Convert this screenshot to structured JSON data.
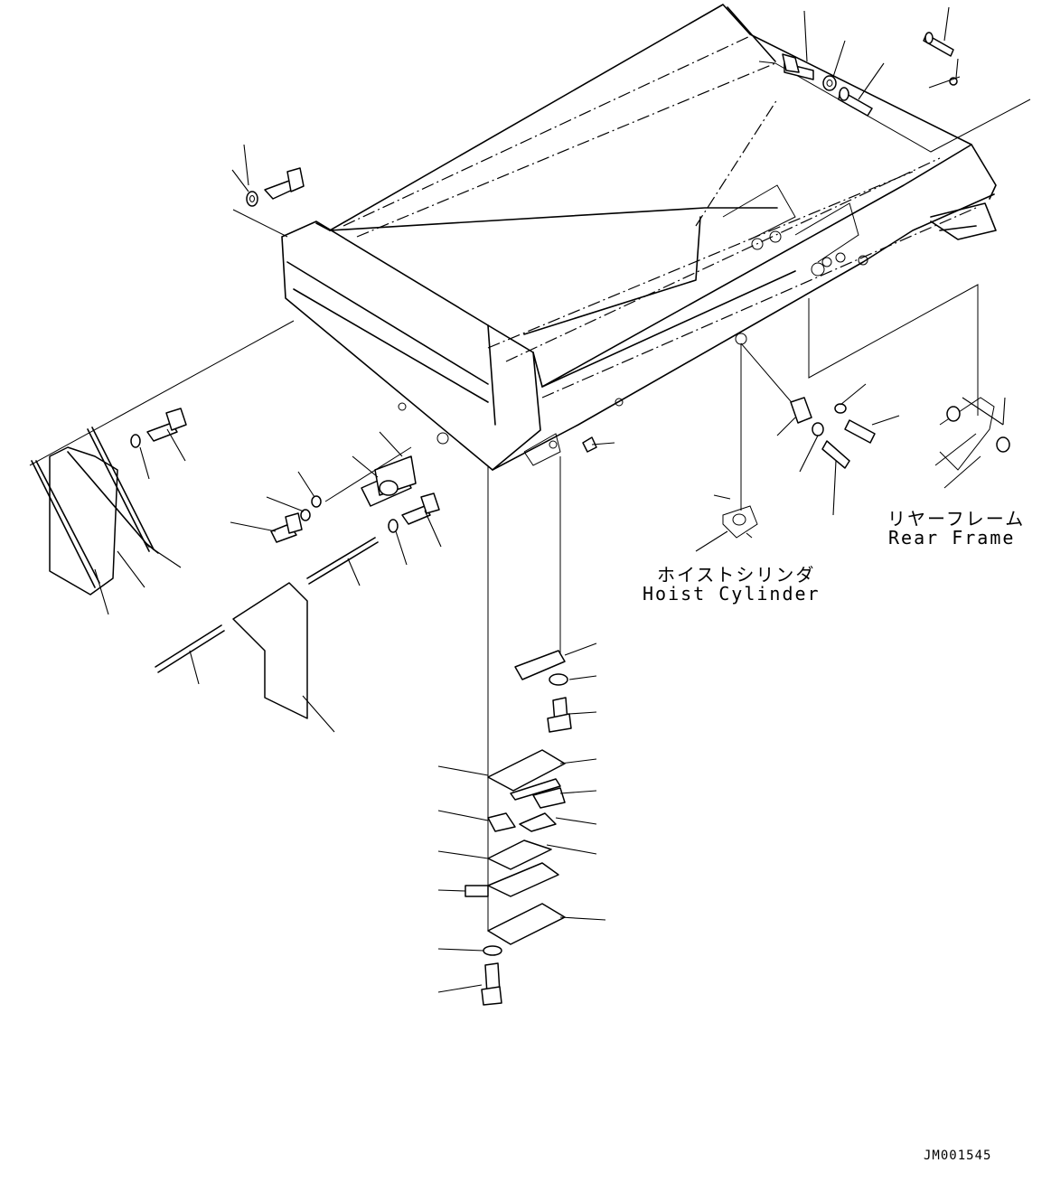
{
  "labels": {
    "rear_frame_jp": "リヤーフレーム",
    "rear_frame_en": "Rear Frame",
    "hoist_cylinder_jp": "ホイストシリンダ",
    "hoist_cylinder_en": "Hoist Cylinder"
  },
  "drawing_code": "JM001545"
}
